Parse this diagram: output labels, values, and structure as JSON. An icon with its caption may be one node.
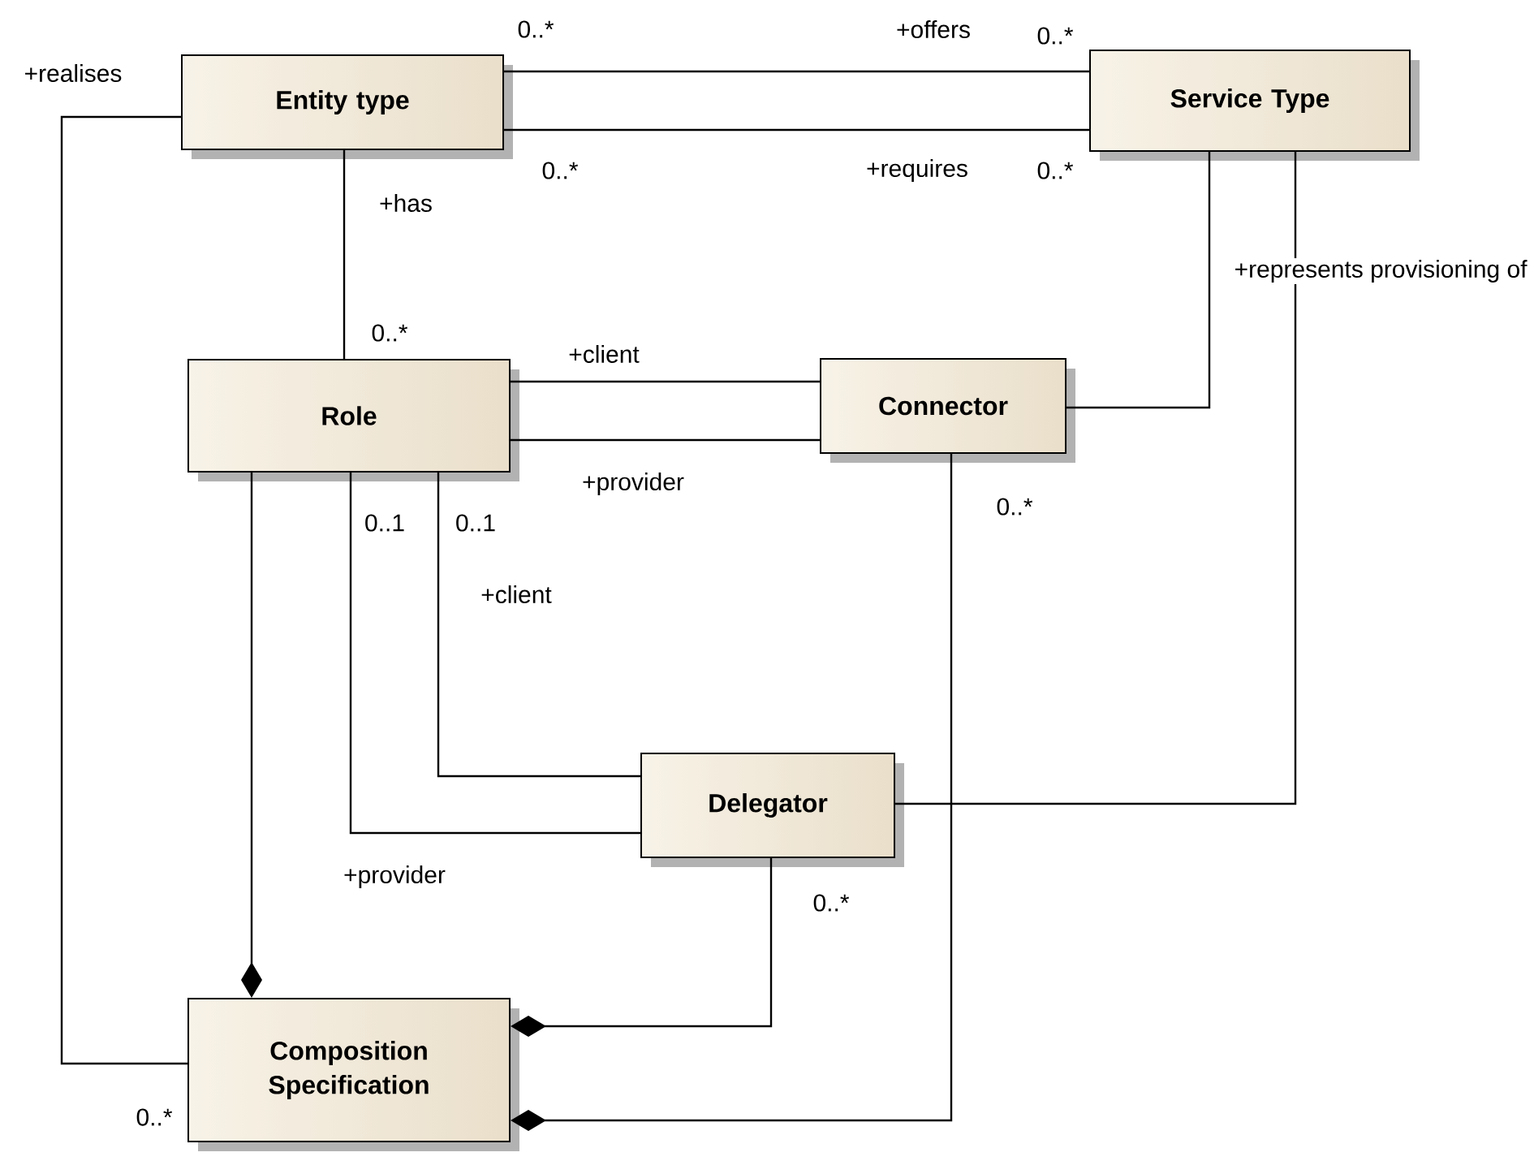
{
  "diagram": {
    "nodes": [
      {
        "text": [
          "Entity type"
        ]
      },
      {
        "text": [
          "Service Type"
        ]
      },
      {
        "text": [
          "Role"
        ]
      },
      {
        "text": [
          "Connector"
        ]
      },
      {
        "text": [
          "Delegator"
        ]
      },
      {
        "text": [
          "Composition Specification"
        ]
      }
    ],
    "edges": [
      {
        "from": 0,
        "to": 1,
        "arrow": "none"
      },
      {
        "from": 0,
        "to": 1,
        "arrow": "none"
      },
      {
        "from": 0,
        "to": 2,
        "arrow": "none"
      },
      {
        "from": 2,
        "to": 3,
        "arrow": "none"
      },
      {
        "from": 2,
        "to": 3,
        "arrow": "none"
      },
      {
        "from": 1,
        "to": 3,
        "arrow": "none"
      },
      {
        "from": 1,
        "to": 4,
        "arrow": "none"
      },
      {
        "from": 2,
        "to": 4,
        "arrow": "none"
      },
      {
        "from": 2,
        "to": 4,
        "arrow": "none"
      },
      {
        "from": 2,
        "to": 5,
        "arrow": "other"
      },
      {
        "from": 4,
        "to": 5,
        "arrow": "other"
      },
      {
        "from": 3,
        "to": 5,
        "arrow": "other"
      },
      {
        "from": 0,
        "to": 5,
        "arrow": "none"
      }
    ],
    "labels": [
      "0..*",
      "+offers",
      "0..*",
      "+realises",
      "0..*",
      "+requires",
      "0..*",
      "+has",
      "+represents provisioning of",
      "0..*",
      "+client",
      "+provider",
      "0..*",
      "0..1",
      "0..1",
      "+client",
      "+provider",
      "0..*",
      "0..*"
    ]
  }
}
